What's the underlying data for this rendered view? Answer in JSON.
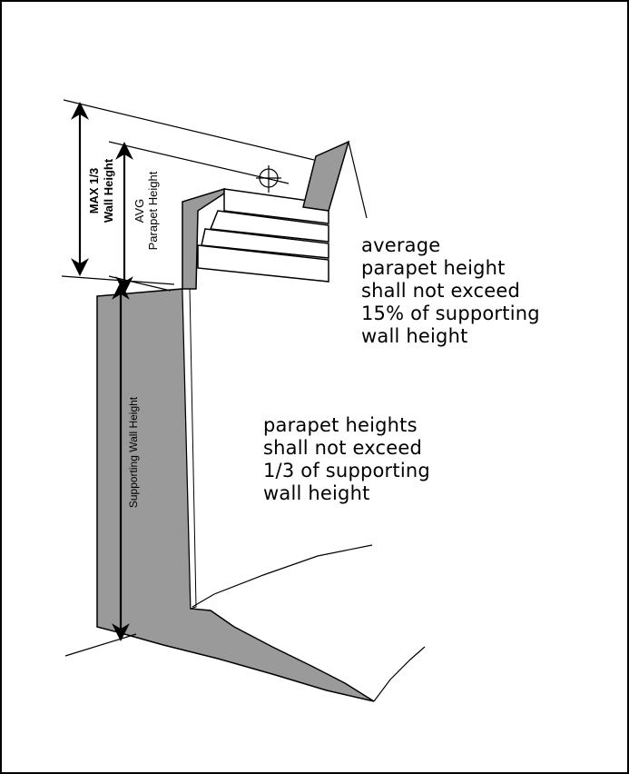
{
  "colors": {
    "wall_fill": "#9a9a9a",
    "line": "#000000",
    "background": "#ffffff"
  },
  "labels": {
    "max_one_third_line1": "MAX 1/3",
    "max_one_third_line2": "Wall Height",
    "avg_line1": "AVG",
    "avg_line2": "Parapet Height",
    "supporting_wall_height": "Supporting Wall Height"
  },
  "callouts": {
    "average": [
      "average",
      "parapet height",
      "shall not exceed",
      "15% of supporting",
      "wall height"
    ],
    "max": [
      "parapet heights",
      "shall not exceed",
      "1/3 of supporting",
      "wall height"
    ]
  },
  "icons": {
    "centroid": "crosshair-circle-icon",
    "dimension_arrows": "double-arrow-icon"
  }
}
